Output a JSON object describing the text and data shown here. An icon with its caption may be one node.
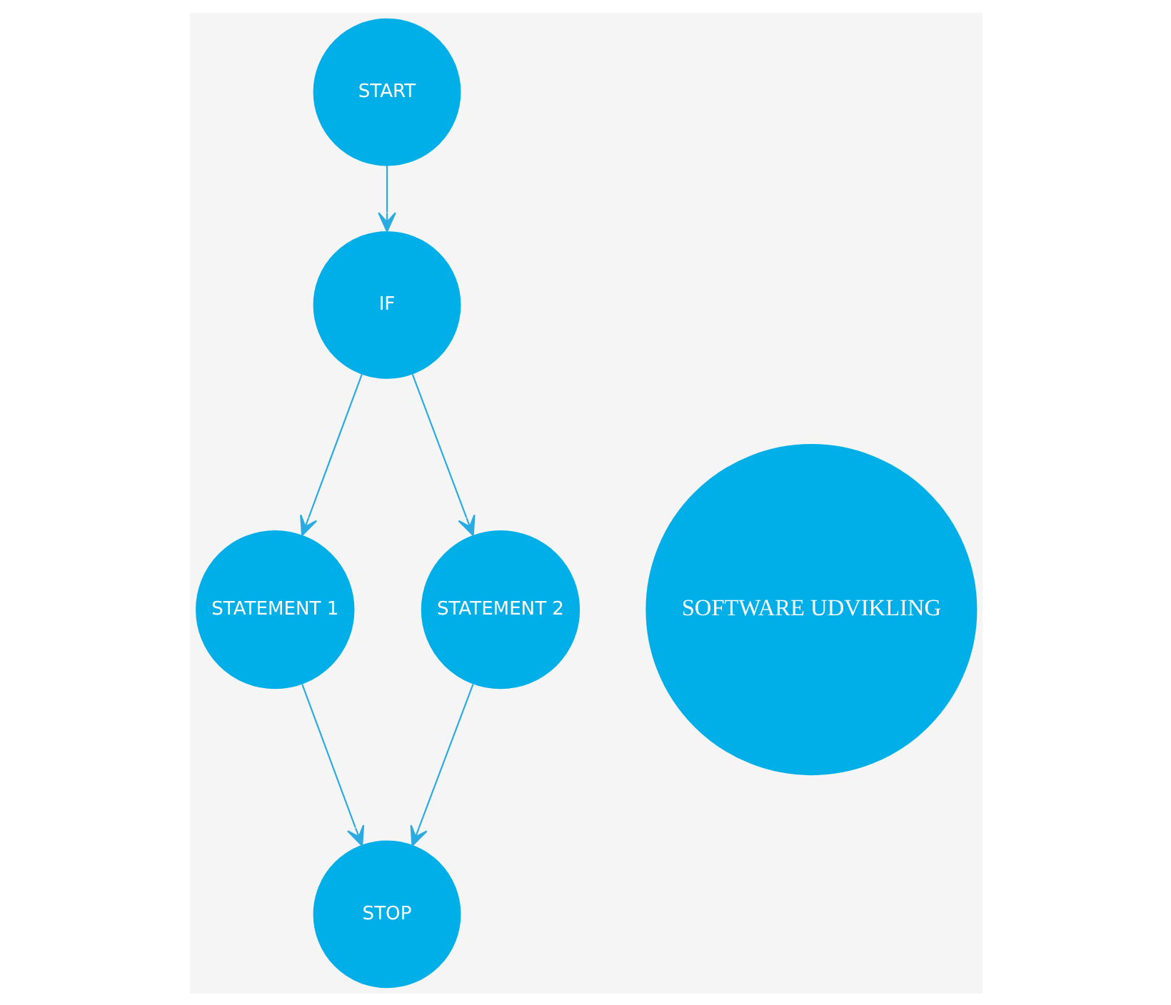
{
  "diagram": {
    "nodes": [
      {
        "text": [
          "START"
        ]
      },
      {
        "text": [
          "IF"
        ]
      },
      {
        "text": [
          "STATEMENT 1"
        ]
      },
      {
        "text": [
          "SOFTWARE UDVIKLING"
        ]
      },
      {
        "text": [
          "STATEMENT 2"
        ]
      },
      {
        "text": [
          "STOP"
        ]
      }
    ],
    "edges": [
      {
        "from": 0,
        "to": 1,
        "arrow": "to"
      },
      {
        "from": 1,
        "to": 2,
        "arrow": "to"
      },
      {
        "from": 1,
        "to": 4,
        "arrow": "to"
      },
      {
        "from": 2,
        "to": 5,
        "arrow": "to"
      },
      {
        "from": 4,
        "to": 5,
        "arrow": "to"
      }
    ]
  }
}
